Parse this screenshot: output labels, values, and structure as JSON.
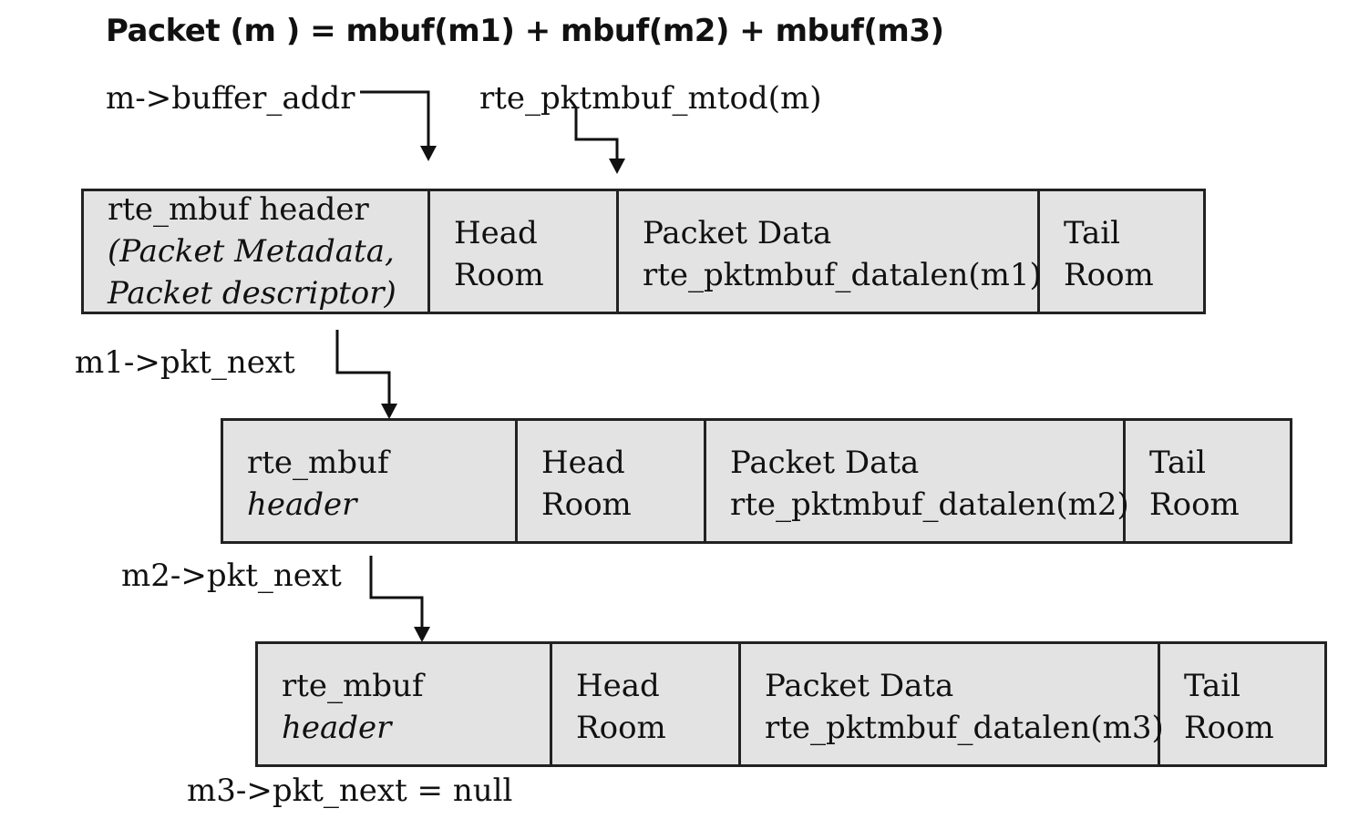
{
  "title": "Packet (m ) = mbuf(m1) + mbuf(m2) + mbuf(m3)",
  "pointers": {
    "buffer_addr": "m->buffer_addr",
    "mtod": "rte_pktmbuf_mtod(m)",
    "m1_next": "m1->pkt_next",
    "m2_next": "m2->pkt_next",
    "m3_next": "m3->pkt_next = null"
  },
  "mbufs": [
    {
      "header_line1": "rte_mbuf header",
      "header_line2": "(Packet Metadata,",
      "header_line3": "Packet descriptor)",
      "headroom_1": "Head",
      "headroom_2": "Room",
      "data_1": "Packet Data",
      "data_2": "rte_pktmbuf_datalen(m1)",
      "tailroom_1": "Tail",
      "tailroom_2": "Room"
    },
    {
      "header_line1": "rte_mbuf",
      "header_line2": "header",
      "headroom_1": "Head",
      "headroom_2": "Room",
      "data_1": "Packet Data",
      "data_2": "rte_pktmbuf_datalen(m2)",
      "tailroom_1": "Tail",
      "tailroom_2": "Room"
    },
    {
      "header_line1": "rte_mbuf",
      "header_line2": "header",
      "headroom_1": "Head",
      "headroom_2": "Room",
      "data_1": "Packet Data",
      "data_2": "rte_pktmbuf_datalen(m3)",
      "tailroom_1": "Tail",
      "tailroom_2": "Room"
    }
  ],
  "colors": {
    "box_fill": "#e3e3e3",
    "stroke": "#222222"
  }
}
